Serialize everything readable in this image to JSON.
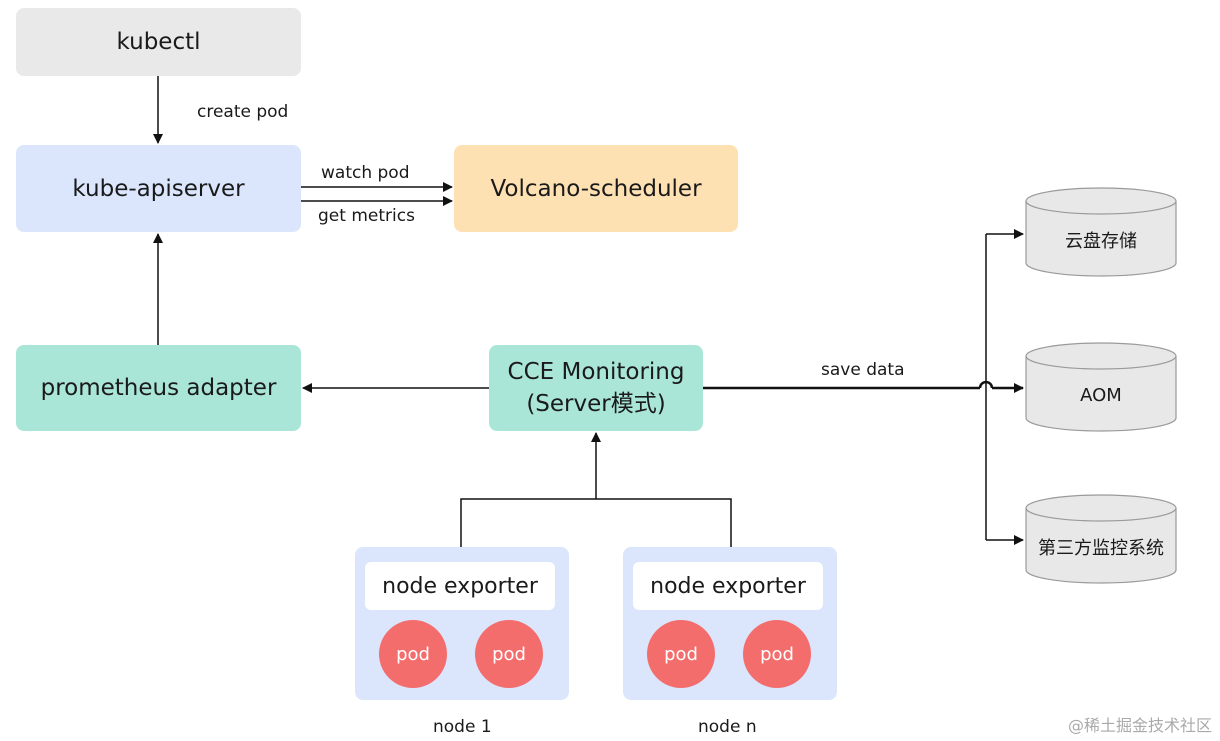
{
  "nodes": {
    "kubectl": "kubectl",
    "apiserver": "kube-apiserver",
    "volcano": "Volcano-scheduler",
    "adapter": "prometheus adapter",
    "cce_line1": "CCE Monitoring",
    "cce_line2": "(Server模式)"
  },
  "edges": {
    "create_pod": "create pod",
    "watch_pod": "watch pod",
    "get_metrics": "get metrics",
    "save_data": "save data"
  },
  "cluster_nodes": [
    {
      "exporter": "node exporter",
      "pods": [
        "pod",
        "pod"
      ],
      "label": "node 1"
    },
    {
      "exporter": "node exporter",
      "pods": [
        "pod",
        "pod"
      ],
      "label": "node n"
    }
  ],
  "storage": [
    "云盘存储",
    "AOM",
    "第三方监控系统"
  ],
  "watermark": "@稀土掘金技术社区",
  "colors": {
    "gray_box": "#e9e9e9",
    "blue_box": "#dbe6fd",
    "orange_box": "#fde1b3",
    "teal_box": "#a9e6d8",
    "pod": "#f46d6d",
    "cylinder": "#e8e8e8"
  }
}
